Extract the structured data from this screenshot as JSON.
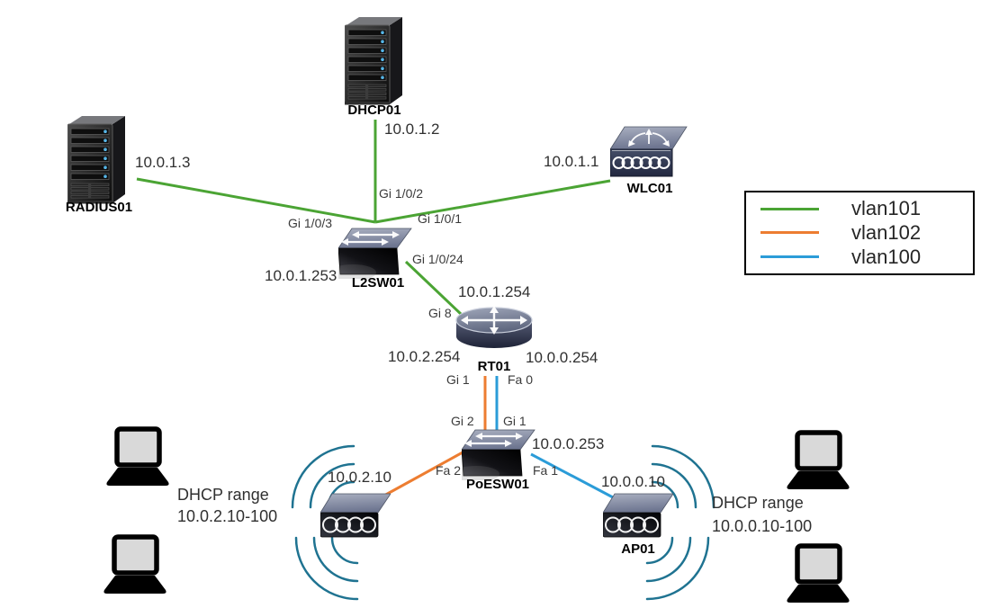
{
  "legend": {
    "items": [
      {
        "label": "vlan101",
        "color": "#4BA434"
      },
      {
        "label": "vlan102",
        "color": "#ED7D31"
      },
      {
        "label": "vlan100",
        "color": "#2B9CD8"
      }
    ]
  },
  "colors": {
    "vlan101_link": "#4BA434",
    "vlan102_link": "#ED7D31",
    "vlan100_link": "#2B9CD8",
    "wifi_arc": "#1F7391"
  },
  "nodes": {
    "dhcp01": {
      "name": "DHCP01",
      "ip": "10.0.1.2"
    },
    "radius01": {
      "name": "RADIUS01",
      "ip": "10.0.1.3"
    },
    "wlc01": {
      "name": "WLC01",
      "ip": "10.0.1.1"
    },
    "l2sw01": {
      "name": "L2SW01",
      "ip": "10.0.1.253"
    },
    "rt01": {
      "name": "RT01",
      "ip_top": "10.0.1.254",
      "ip_left": "10.0.2.254",
      "ip_right": "10.0.0.254"
    },
    "poesw01": {
      "name": "PoESW01",
      "ip": "10.0.0.253"
    },
    "ap_left": {
      "ip": "10.0.2.10"
    },
    "ap01": {
      "name": "AP01",
      "ip": "10.0.0.10"
    }
  },
  "ports": {
    "l2sw01_to_dhcp": "Gi 1/0/2",
    "l2sw01_to_wlc": "Gi 1/0/1",
    "l2sw01_to_radius": "Gi 1/0/3",
    "l2sw01_to_rt01": "Gi 1/0/24",
    "rt01_gi8": "Gi 8",
    "rt01_gi1": "Gi 1",
    "rt01_fa0": "Fa 0",
    "poesw01_gi2": "Gi 2",
    "poesw01_gi1": "Gi 1",
    "poesw01_fa2": "Fa 2",
    "poesw01_fa1": "Fa 1"
  },
  "annotations": {
    "left_dhcp_line1": "DHCP range",
    "left_dhcp_line2": "10.0.2.10-100",
    "right_dhcp_line1": "DHCP range",
    "right_dhcp_line2": "10.0.0.10-100"
  }
}
